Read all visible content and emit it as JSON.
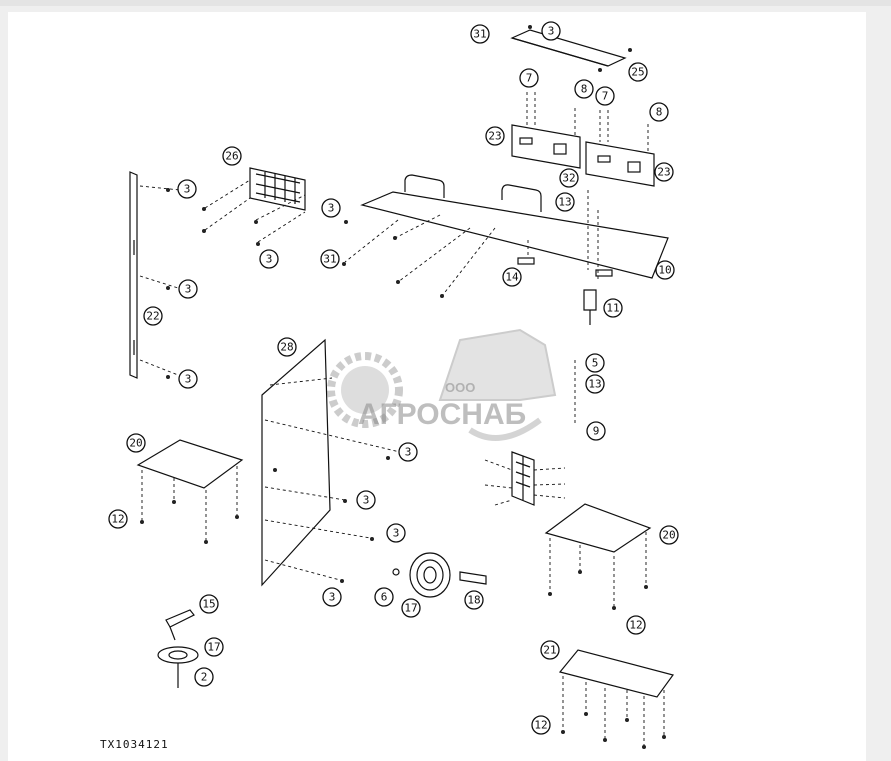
{
  "diagram": {
    "reference": "TX1034121",
    "watermark": {
      "prefix": "ООО",
      "name": "АГРОСНАБ"
    },
    "callouts": [
      {
        "id": "c31a",
        "label": "31"
      },
      {
        "id": "c3a",
        "label": "3"
      },
      {
        "id": "c25",
        "label": "25"
      },
      {
        "id": "c7a",
        "label": "7"
      },
      {
        "id": "c8a",
        "label": "8"
      },
      {
        "id": "c7b",
        "label": "7"
      },
      {
        "id": "c8b",
        "label": "8"
      },
      {
        "id": "c23a",
        "label": "23"
      },
      {
        "id": "c23b",
        "label": "23"
      },
      {
        "id": "c32",
        "label": "32"
      },
      {
        "id": "c13a",
        "label": "13"
      },
      {
        "id": "c26",
        "label": "26"
      },
      {
        "id": "c3b",
        "label": "3"
      },
      {
        "id": "c3c",
        "label": "3"
      },
      {
        "id": "c3d",
        "label": "3"
      },
      {
        "id": "c31b",
        "label": "31"
      },
      {
        "id": "c14",
        "label": "14"
      },
      {
        "id": "c10",
        "label": "10"
      },
      {
        "id": "c11",
        "label": "11"
      },
      {
        "id": "c3e",
        "label": "3"
      },
      {
        "id": "c22",
        "label": "22"
      },
      {
        "id": "c3f",
        "label": "3"
      },
      {
        "id": "c28",
        "label": "28"
      },
      {
        "id": "c5",
        "label": "5"
      },
      {
        "id": "c13b",
        "label": "13"
      },
      {
        "id": "c9",
        "label": "9"
      },
      {
        "id": "c20a",
        "label": "20"
      },
      {
        "id": "c12a",
        "label": "12"
      },
      {
        "id": "c3g",
        "label": "3"
      },
      {
        "id": "c3h",
        "label": "3"
      },
      {
        "id": "c3i",
        "label": "3"
      },
      {
        "id": "c3j",
        "label": "3"
      },
      {
        "id": "c6",
        "label": "6"
      },
      {
        "id": "c17a",
        "label": "17"
      },
      {
        "id": "c18",
        "label": "18"
      },
      {
        "id": "c20b",
        "label": "20"
      },
      {
        "id": "c12b",
        "label": "12"
      },
      {
        "id": "c15",
        "label": "15"
      },
      {
        "id": "c17b",
        "label": "17"
      },
      {
        "id": "c2",
        "label": "2"
      },
      {
        "id": "c21",
        "label": "21"
      },
      {
        "id": "c12c",
        "label": "12"
      }
    ]
  }
}
